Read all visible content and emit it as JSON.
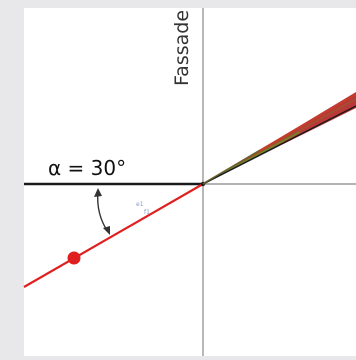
{
  "diagram": {
    "facade_label": "Fassade",
    "angle_label": "α = 30°",
    "small_label_1": "e1",
    "small_label_2": "f1",
    "colors": {
      "page_background": "#e8e8ea",
      "panel": "#ffffff",
      "axis": "#888888",
      "reference_line": "#1a1a1a",
      "ray": "#e02020",
      "ray_point": "#e02020",
      "arrow": "#333333",
      "bundle": [
        "#b22222",
        "#c43c2a",
        "#a0522d",
        "#556b2f",
        "#6b8e23",
        "#708090"
      ]
    }
  }
}
